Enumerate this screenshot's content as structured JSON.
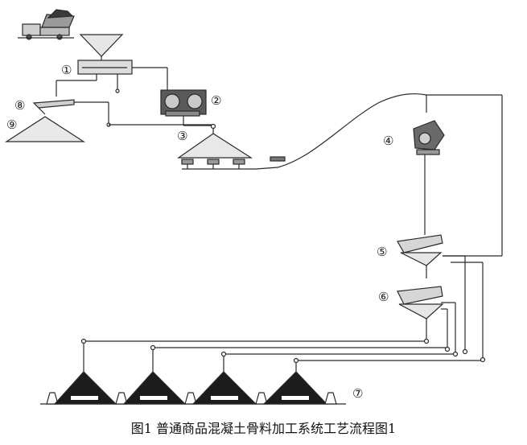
{
  "caption": "图1   普通商品混凝土骨料加工系统工艺流程图1",
  "labels": {
    "n1": "①",
    "n2": "②",
    "n3": "③",
    "n4": "④",
    "n5": "⑤",
    "n6": "⑥",
    "n7": "⑦",
    "n8": "⑧",
    "n9": "⑨"
  },
  "colors": {
    "line": "#2a2a2a",
    "fill_light": "#e8e8e8",
    "fill_dark": "#1c1c1c"
  }
}
